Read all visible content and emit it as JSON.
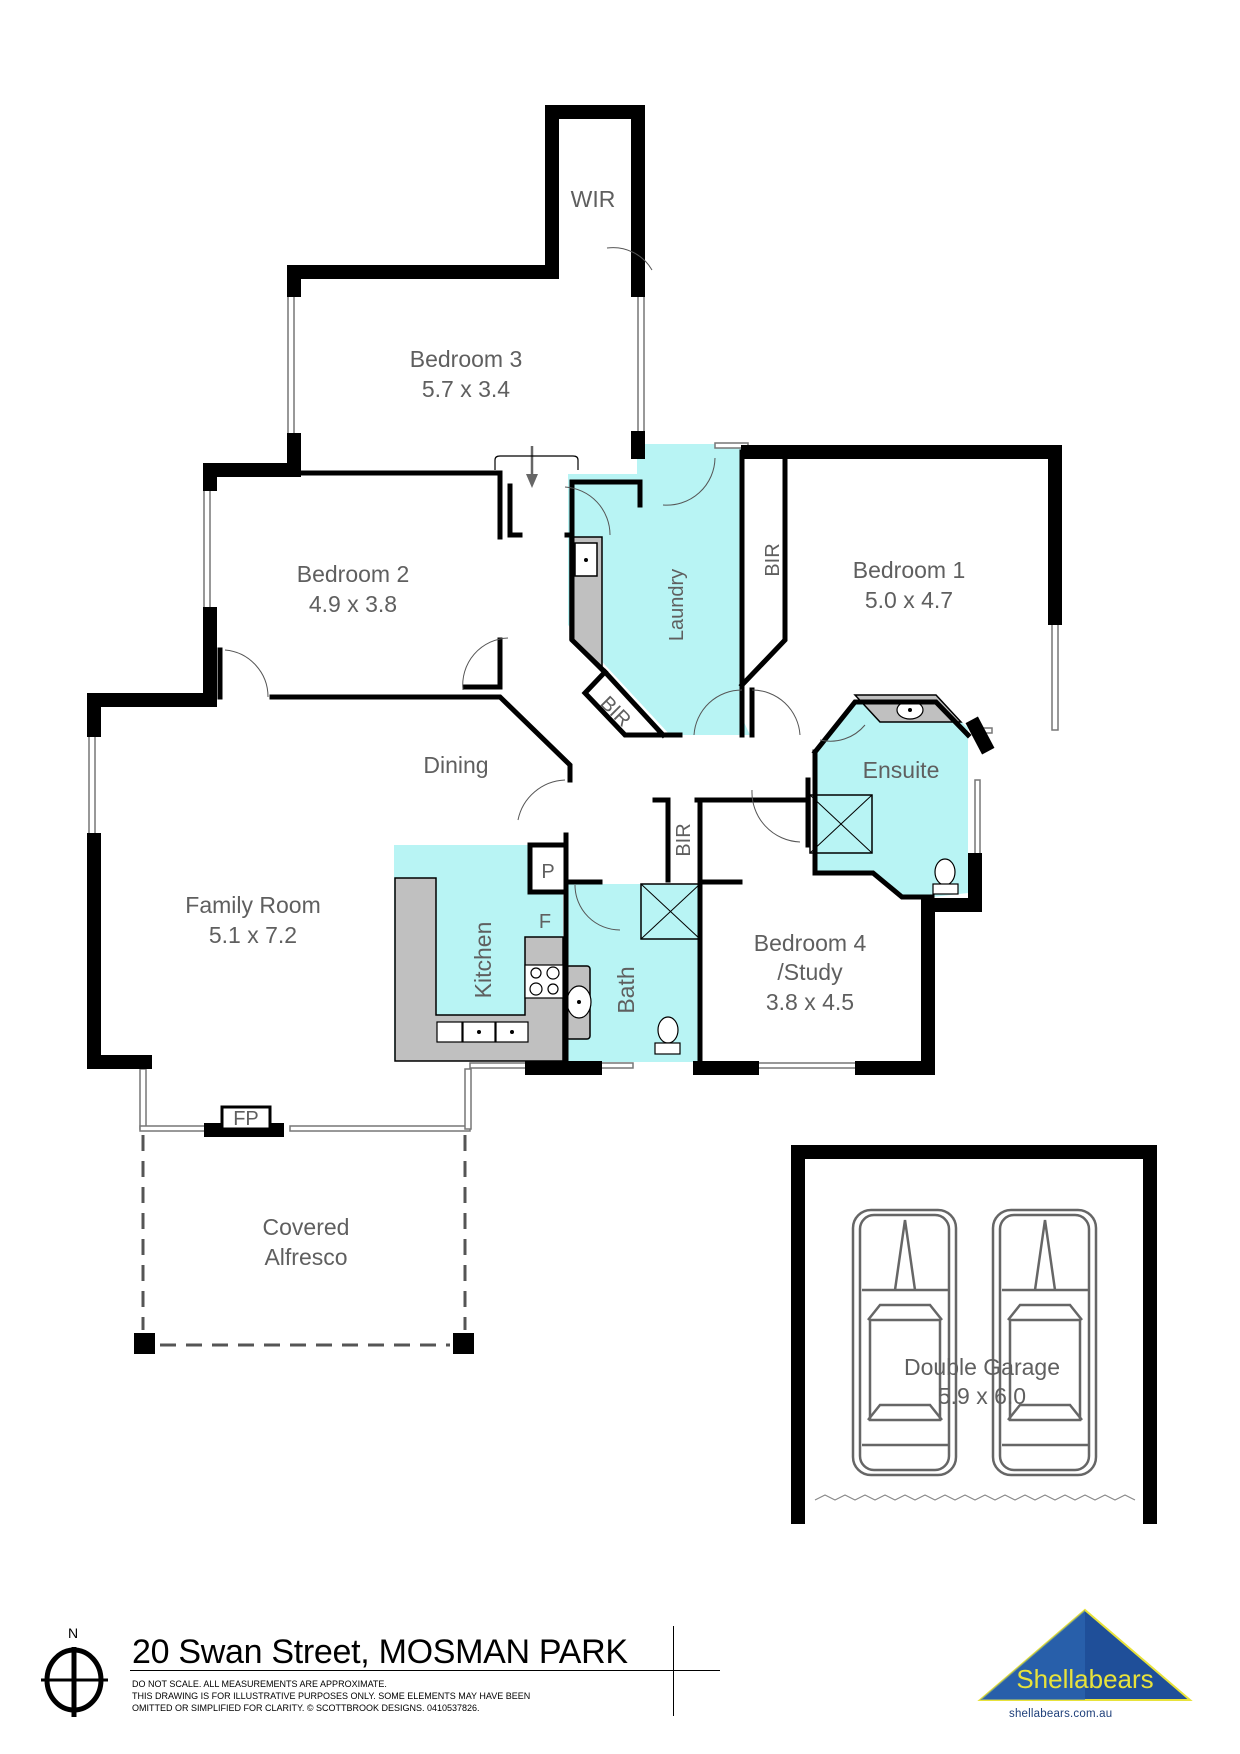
{
  "plan": {
    "address": "20 Swan Street, MOSMAN PARK",
    "disclaimer": [
      "DO NOT SCALE. ALL MEASUREMENTS ARE APPROXIMATE.",
      "THIS DRAWING IS FOR ILLUSTRATIVE PURPOSES ONLY. SOME ELEMENTS MAY HAVE BEEN",
      "OMITTED OR SIMPLIFIED FOR CLARITY. © SCOTTBROOK DESIGNS. 0410537826."
    ],
    "compass_label": "N",
    "colors": {
      "wet_area": "#b8f4f4",
      "bench": "#c0c0c0",
      "wall": "#000000",
      "label": "#5f5f5f",
      "logo_blue": "#1f4f99",
      "logo_yellow": "#e8e23a"
    }
  },
  "rooms": {
    "wir": {
      "name": "WIR"
    },
    "bedroom3": {
      "name": "Bedroom 3",
      "size": "5.7 x 3.4"
    },
    "bedroom2": {
      "name": "Bedroom 2",
      "size": "4.9 x 3.8"
    },
    "bedroom1": {
      "name": "Bedroom 1",
      "size": "5.0 x 4.7"
    },
    "laundry": {
      "name": "Laundry"
    },
    "bir_bed1": {
      "name": "BIR"
    },
    "bir_laundry": {
      "name": "BIR"
    },
    "bir_bed4": {
      "name": "BIR"
    },
    "ensuite": {
      "name": "Ensuite"
    },
    "dining": {
      "name": "Dining"
    },
    "family": {
      "name": "Family Room",
      "size": "5.1 x 7.2"
    },
    "kitchen": {
      "name": "Kitchen"
    },
    "pantry": {
      "name": "P"
    },
    "fridge": {
      "name": "F"
    },
    "bath": {
      "name": "Bath"
    },
    "bedroom4": {
      "name": "Bedroom 4",
      "name2": "/Study",
      "size": "3.8 x 4.5"
    },
    "fireplace": {
      "name": "FP"
    },
    "alfresco": {
      "name": "Covered",
      "name2": "Alfresco"
    },
    "garage": {
      "name": "Double Garage",
      "size": "5.9 x 6.0"
    }
  },
  "logo": {
    "brand": "Shellabears",
    "url": "shellabears.com.au"
  }
}
